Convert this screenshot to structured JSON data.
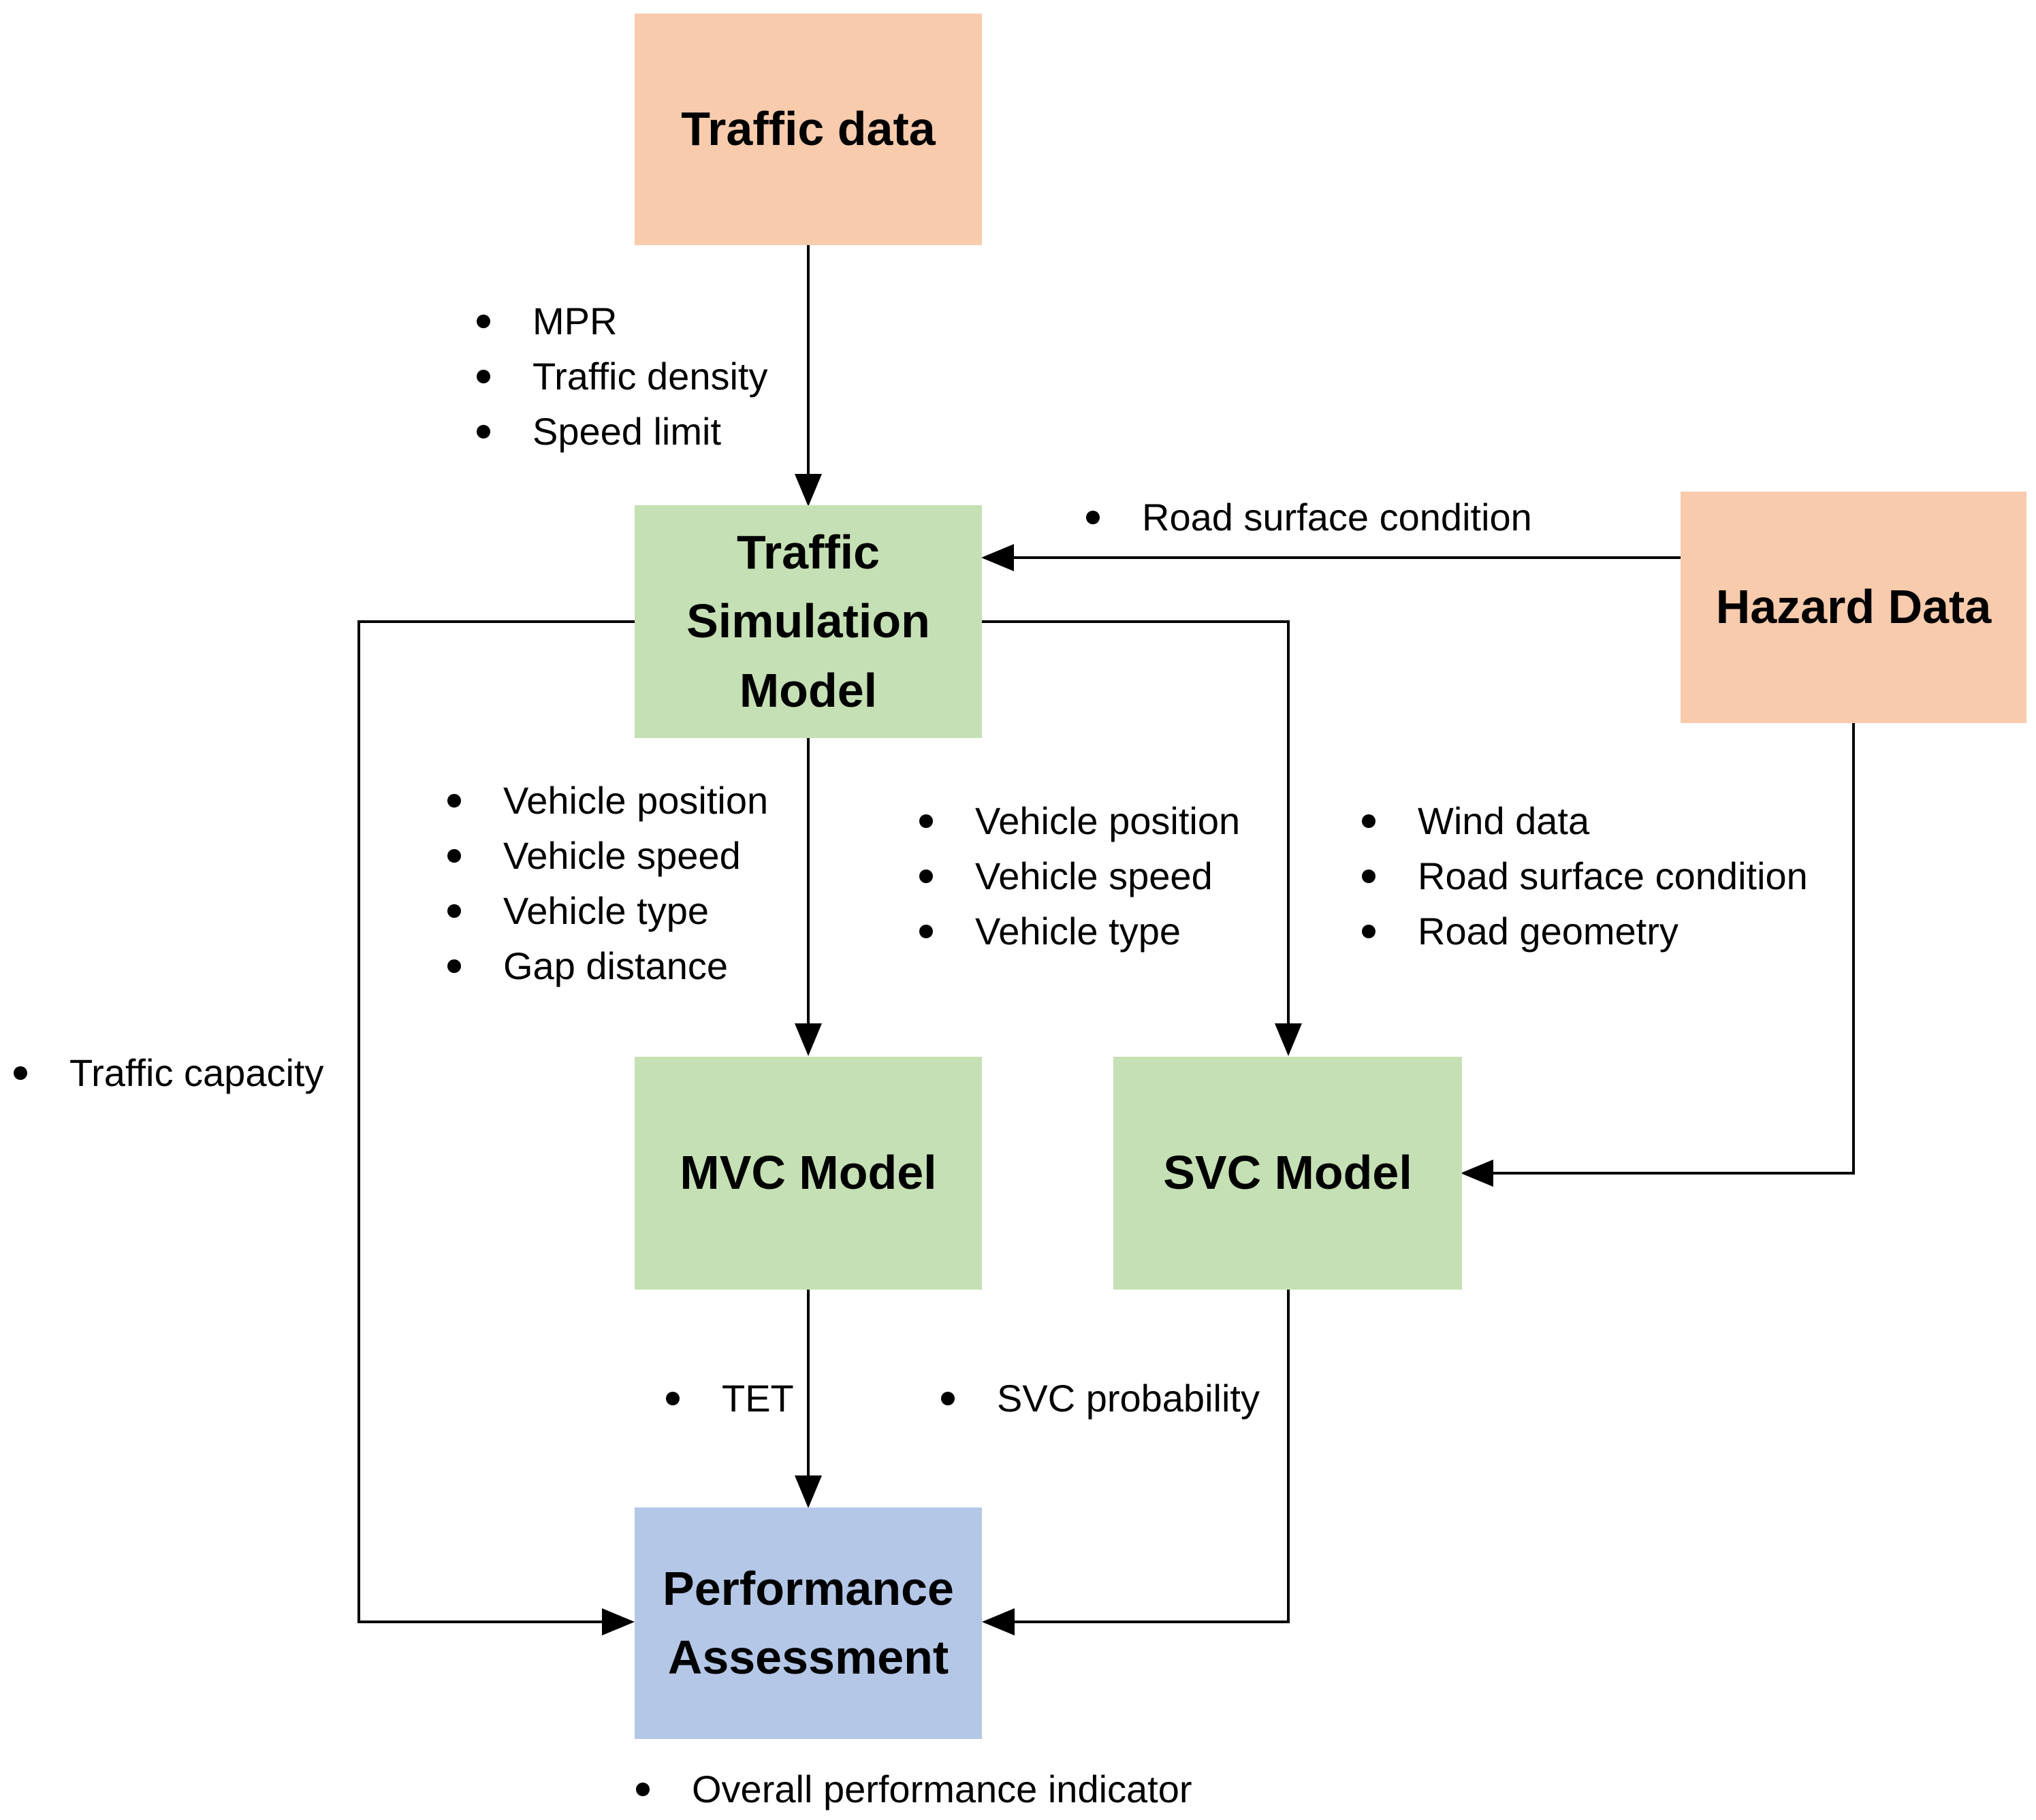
{
  "boxes": {
    "traffic_data": "Traffic data",
    "traffic_sim": [
      "Traffic",
      "Simulation",
      "Model"
    ],
    "hazard_data": "Hazard Data",
    "mvc_model": "MVC Model",
    "svc_model": "SVC Model",
    "performance": [
      "Performance",
      "Assessment"
    ]
  },
  "edge_labels": {
    "traffic_to_sim": [
      "MPR",
      "Traffic density",
      "Speed limit"
    ],
    "hazard_to_sim": [
      "Road surface condition"
    ],
    "sim_to_mvc": [
      "Vehicle position",
      "Vehicle speed",
      "Vehicle type",
      "Gap distance"
    ],
    "sim_to_svc": [
      "Vehicle position",
      "Vehicle speed",
      "Vehicle type"
    ],
    "hazard_to_svc": [
      "Wind data",
      "Road surface condition",
      "Road geometry"
    ],
    "sim_to_perf": [
      "Traffic capacity"
    ],
    "mvc_to_perf": [
      "TET"
    ],
    "svc_to_perf": [
      "SVC probability"
    ],
    "perf_output": [
      "Overall performance indicator"
    ]
  },
  "colors": {
    "input_box": "#f8cbad",
    "model_box": "#c5e0b4",
    "assessment_box": "#b4c7e7",
    "line": "#000000"
  }
}
